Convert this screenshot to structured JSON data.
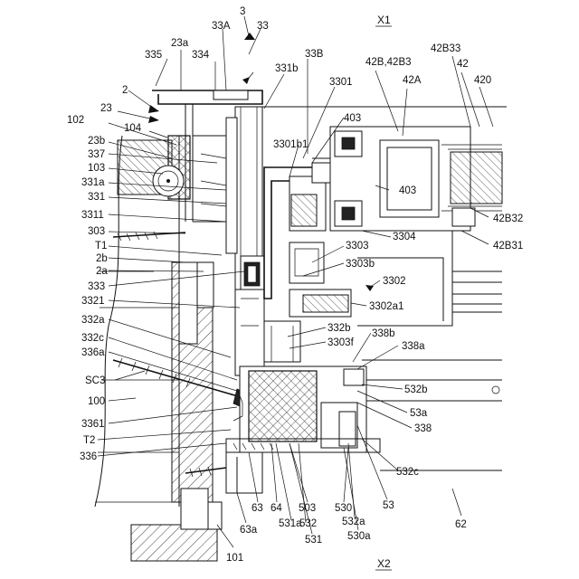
{
  "figure": {
    "axis_labels": {
      "top": "X1",
      "bottom": "X2"
    },
    "labels": [
      {
        "id": "3",
        "text": "3"
      },
      {
        "id": "33A",
        "text": "33A"
      },
      {
        "id": "33",
        "text": "33"
      },
      {
        "id": "23a",
        "text": "23a"
      },
      {
        "id": "335",
        "text": "335"
      },
      {
        "id": "334",
        "text": "334"
      },
      {
        "id": "331b",
        "text": "331b"
      },
      {
        "id": "33B",
        "text": "33B"
      },
      {
        "id": "3301",
        "text": "3301"
      },
      {
        "id": "42B42B3",
        "text": "42B,42B3"
      },
      {
        "id": "42B33",
        "text": "42B33"
      },
      {
        "id": "42",
        "text": "42"
      },
      {
        "id": "42A",
        "text": "42A"
      },
      {
        "id": "420",
        "text": "420"
      },
      {
        "id": "2",
        "text": "2"
      },
      {
        "id": "23",
        "text": "23"
      },
      {
        "id": "102",
        "text": "102"
      },
      {
        "id": "104",
        "text": "104"
      },
      {
        "id": "403a",
        "text": "403"
      },
      {
        "id": "23b",
        "text": "23b"
      },
      {
        "id": "3301b1",
        "text": "3301b1"
      },
      {
        "id": "337",
        "text": "337"
      },
      {
        "id": "103",
        "text": "103"
      },
      {
        "id": "331a",
        "text": "331a"
      },
      {
        "id": "331",
        "text": "331"
      },
      {
        "id": "403b",
        "text": "403"
      },
      {
        "id": "3311",
        "text": "3311"
      },
      {
        "id": "42B32",
        "text": "42B32"
      },
      {
        "id": "303",
        "text": "303"
      },
      {
        "id": "3304",
        "text": "3304"
      },
      {
        "id": "42B31",
        "text": "42B31"
      },
      {
        "id": "T1",
        "text": "T1"
      },
      {
        "id": "3303",
        "text": "3303"
      },
      {
        "id": "2b",
        "text": "2b"
      },
      {
        "id": "3303b",
        "text": "3303b"
      },
      {
        "id": "2a",
        "text": "2a"
      },
      {
        "id": "3302",
        "text": "3302"
      },
      {
        "id": "333",
        "text": "333"
      },
      {
        "id": "3321",
        "text": "3321"
      },
      {
        "id": "3302a1",
        "text": "3302a1"
      },
      {
        "id": "332a",
        "text": "332a"
      },
      {
        "id": "332b",
        "text": "332b"
      },
      {
        "id": "338b",
        "text": "338b"
      },
      {
        "id": "332c",
        "text": "332c"
      },
      {
        "id": "3303f",
        "text": "3303f"
      },
      {
        "id": "336a",
        "text": "336a"
      },
      {
        "id": "338a",
        "text": "338a"
      },
      {
        "id": "SC3",
        "text": "SC3"
      },
      {
        "id": "532b",
        "text": "532b"
      },
      {
        "id": "100",
        "text": "100"
      },
      {
        "id": "53a",
        "text": "53a"
      },
      {
        "id": "3361",
        "text": "3361"
      },
      {
        "id": "338",
        "text": "338"
      },
      {
        "id": "T2",
        "text": "T2"
      },
      {
        "id": "336",
        "text": "336"
      },
      {
        "id": "532c",
        "text": "532c"
      },
      {
        "id": "63",
        "text": "63"
      },
      {
        "id": "64",
        "text": "64"
      },
      {
        "id": "503",
        "text": "503"
      },
      {
        "id": "530",
        "text": "530"
      },
      {
        "id": "53",
        "text": "53"
      },
      {
        "id": "62",
        "text": "62"
      },
      {
        "id": "531a",
        "text": "531a"
      },
      {
        "id": "532",
        "text": "532"
      },
      {
        "id": "532a",
        "text": "532a"
      },
      {
        "id": "63a",
        "text": "63a"
      },
      {
        "id": "531",
        "text": "531"
      },
      {
        "id": "530a",
        "text": "530a"
      },
      {
        "id": "101",
        "text": "101"
      }
    ]
  }
}
